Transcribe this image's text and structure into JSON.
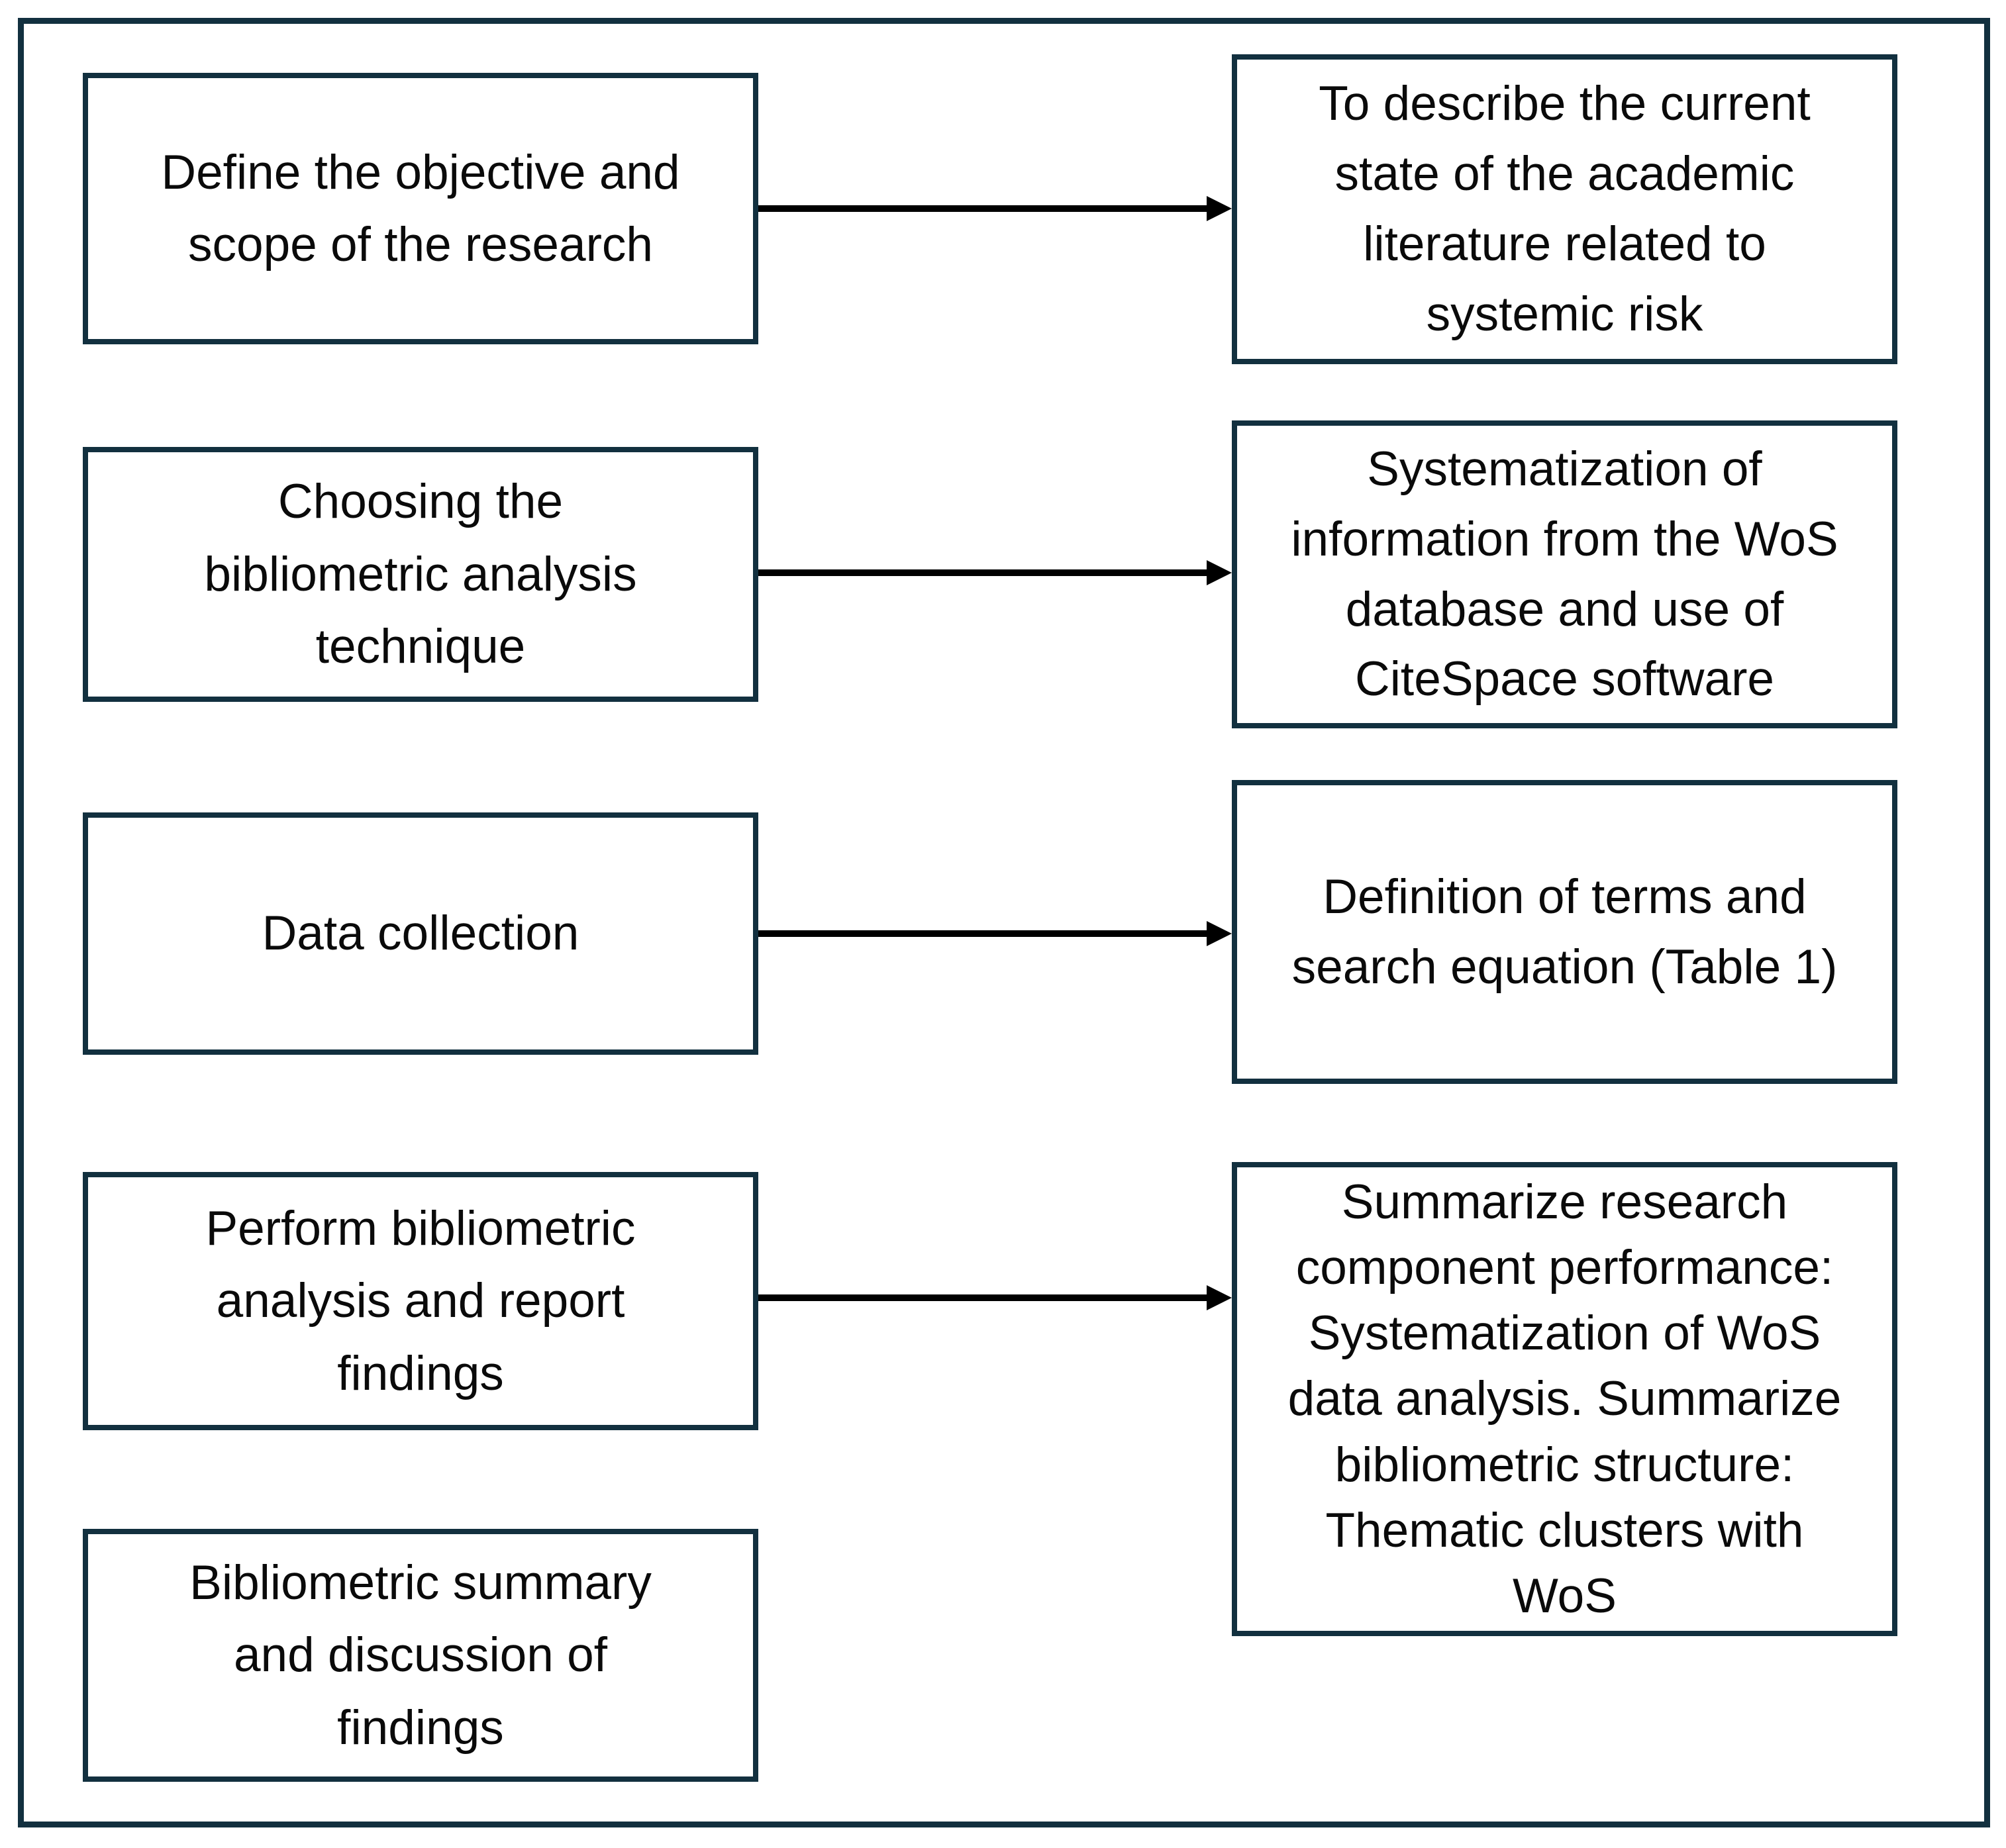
{
  "figure": {
    "type": "flowchart",
    "background_color": "#ffffff",
    "box_border_color": "#12303f",
    "arrow_color": "#000000",
    "text_color": "#0a0a0a"
  },
  "flowchart": {
    "left_column": [
      {
        "text": "Define the objective and\nscope of the research"
      },
      {
        "text": "Choosing the\nbibliometric analysis\ntechnique"
      },
      {
        "text": "Data collection"
      },
      {
        "text": "Perform bibliometric\nanalysis and report\nfindings"
      },
      {
        "text": "Bibliometric summary\nand discussion of\nfindings"
      }
    ],
    "right_column": [
      {
        "text": "To describe the current\nstate of the academic\nliterature related to\nsystemic risk"
      },
      {
        "text": "Systematization of\ninformation from the WoS\ndatabase and use of\nCiteSpace software"
      },
      {
        "text": "Definition of terms and\nsearch equation (Table 1)"
      },
      {
        "text": "Summarize research\ncomponent performance:\nSystematization of WoS\ndata analysis. Summarize\nbibliometric structure:\nThematic clusters with\nWoS"
      }
    ]
  }
}
